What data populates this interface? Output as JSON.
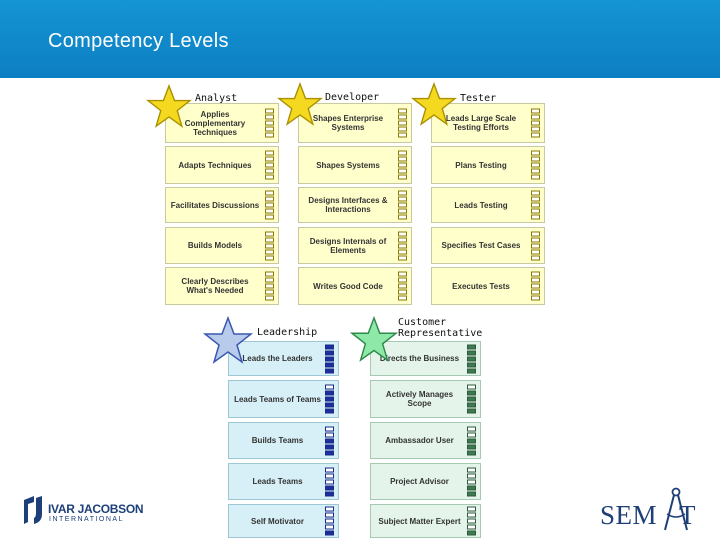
{
  "slide": {
    "title": "Competency Levels"
  },
  "competencies": {
    "top": [
      {
        "name": "Analyst",
        "items": [
          "Applies Complementary Techniques",
          "Adapts Techniques",
          "Facilitates Discussions",
          "Builds Models",
          "Clearly Describes What's Needed"
        ]
      },
      {
        "name": "Developer",
        "items": [
          "Shapes Enterprise Systems",
          "Shapes Systems",
          "Designs Interfaces & Interactions",
          "Designs Internals of Elements",
          "Writes Good Code"
        ]
      },
      {
        "name": "Tester",
        "items": [
          "Leads Large Scale Testing Efforts",
          "Plans Testing",
          "Leads Testing",
          "Specifies Test Cases",
          "Executes Tests"
        ]
      }
    ],
    "bottom": [
      {
        "name": "Leadership",
        "items": [
          "Leads the Leaders",
          "Leads Teams of Teams",
          "Builds Teams",
          "Leads Teams",
          "Self Motivator"
        ]
      },
      {
        "name": "Customer Representative",
        "items": [
          "Directs the Business",
          "Actively Manages Scope",
          "Ambassador User",
          "Project Advisor",
          "Subject Matter Expert"
        ]
      }
    ],
    "filled_levels": {
      "leadership": [
        5,
        4,
        3,
        2,
        1
      ],
      "customer_representative": [
        5,
        4,
        3,
        2,
        1
      ]
    }
  },
  "logos": {
    "left_name": "IVAR JACOBSON",
    "left_sub": "INTERNATIONAL",
    "right": "SEM",
    "right_suffix": "T"
  },
  "colors": {
    "header": "#0c7fc2",
    "star_gold": "#f5d820",
    "star_blue": "#b8cbeb",
    "star_green": "#8ee8a8",
    "card_yellow": "#ffffcc",
    "card_blue": "#d7f0f7",
    "card_green": "#e4f4ea"
  }
}
